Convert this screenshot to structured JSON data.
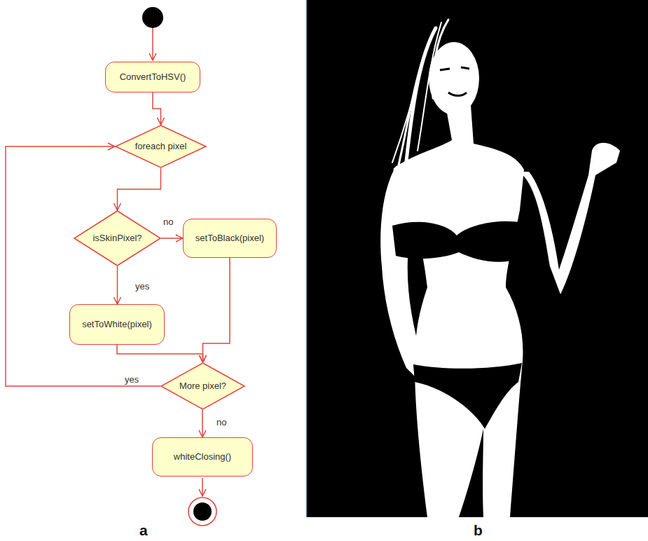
{
  "diagram": {
    "nodes": [
      {
        "text": [
          "ConvertToHSV()"
        ]
      },
      {
        "text": [
          "foreach pixel"
        ]
      },
      {
        "text": [
          "isSkinPixel?"
        ]
      },
      {
        "text": [
          "setToBlack(pixel)"
        ]
      },
      {
        "text": [
          "setToWhite(pixel)"
        ]
      },
      {
        "text": [
          "More pixel?"
        ]
      },
      {
        "text": [
          "whiteClosing()"
        ]
      }
    ],
    "edges": [
      {
        "from": 0,
        "to": 1,
        "arrow": "to"
      },
      {
        "from": 1,
        "to": 2,
        "arrow": "to"
      },
      {
        "from": 2,
        "to": 3,
        "label": "no",
        "arrow": "to"
      },
      {
        "from": 2,
        "to": 4,
        "label": "yes",
        "arrow": "to"
      },
      {
        "from": 4,
        "to": 5,
        "arrow": "to"
      },
      {
        "from": 3,
        "to": 5,
        "arrow": "to"
      },
      {
        "from": 5,
        "to": 1,
        "label": "yes",
        "arrow": "to"
      },
      {
        "from": 5,
        "to": 6,
        "label": "no",
        "arrow": "to"
      }
    ],
    "labels": [
      "a",
      "b"
    ]
  }
}
